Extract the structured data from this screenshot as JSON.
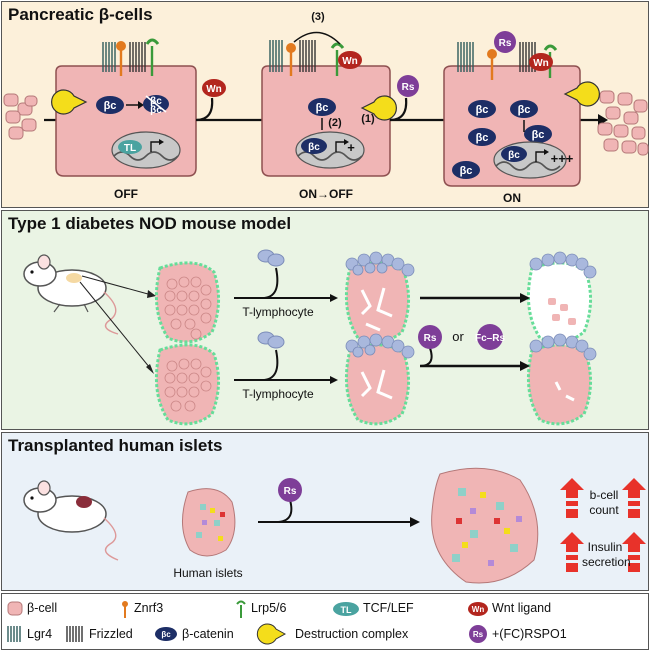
{
  "panels": {
    "p1": {
      "title": "Pancreatic β-cells",
      "states": [
        "OFF",
        "ON→OFF",
        "ON"
      ],
      "steps": [
        "(1)",
        "(2)",
        "(3)"
      ]
    },
    "p2": {
      "title": "Type 1 diabetes NOD mouse model",
      "tcell_label": "T-lymphocyte",
      "or_label": "or"
    },
    "p3": {
      "title": "Transplanted human islets",
      "islet_label": "Human islets",
      "outcomes": [
        "b-cell count",
        "Insulin secretion"
      ]
    }
  },
  "badges": {
    "bc": "βc",
    "tl": "TL",
    "wn": "Wn",
    "rs": "Rs",
    "fcrs": "Fc–Rs",
    "plus1": "+",
    "plus3": "+++"
  },
  "legend": [
    {
      "key": "beta-cell",
      "label": "β-cell"
    },
    {
      "key": "znrf3",
      "label": "Znrf3"
    },
    {
      "key": "lrp",
      "label": "Lrp5/6"
    },
    {
      "key": "tcf",
      "label": "TCF/LEF"
    },
    {
      "key": "wnt",
      "label": "Wnt ligand"
    },
    {
      "key": "lgr4",
      "label": "Lgr4"
    },
    {
      "key": "frizzled",
      "label": "Frizzled"
    },
    {
      "key": "catenin",
      "label": "β-catenin"
    },
    {
      "key": "destruction",
      "label": "Destruction complex"
    },
    {
      "key": "rspo",
      "label": "+(FC)RSPO1"
    }
  ],
  "colors": {
    "panel1_bg": "#fcf0da",
    "panel2_bg": "#eaf4e4",
    "panel3_bg": "#eaf1f8",
    "cell": "#f0b5b5",
    "catenin": "#1d2e66",
    "rspo": "#7e3e98",
    "wnt": "#b3261e",
    "arrow_red": "#e8322a"
  }
}
